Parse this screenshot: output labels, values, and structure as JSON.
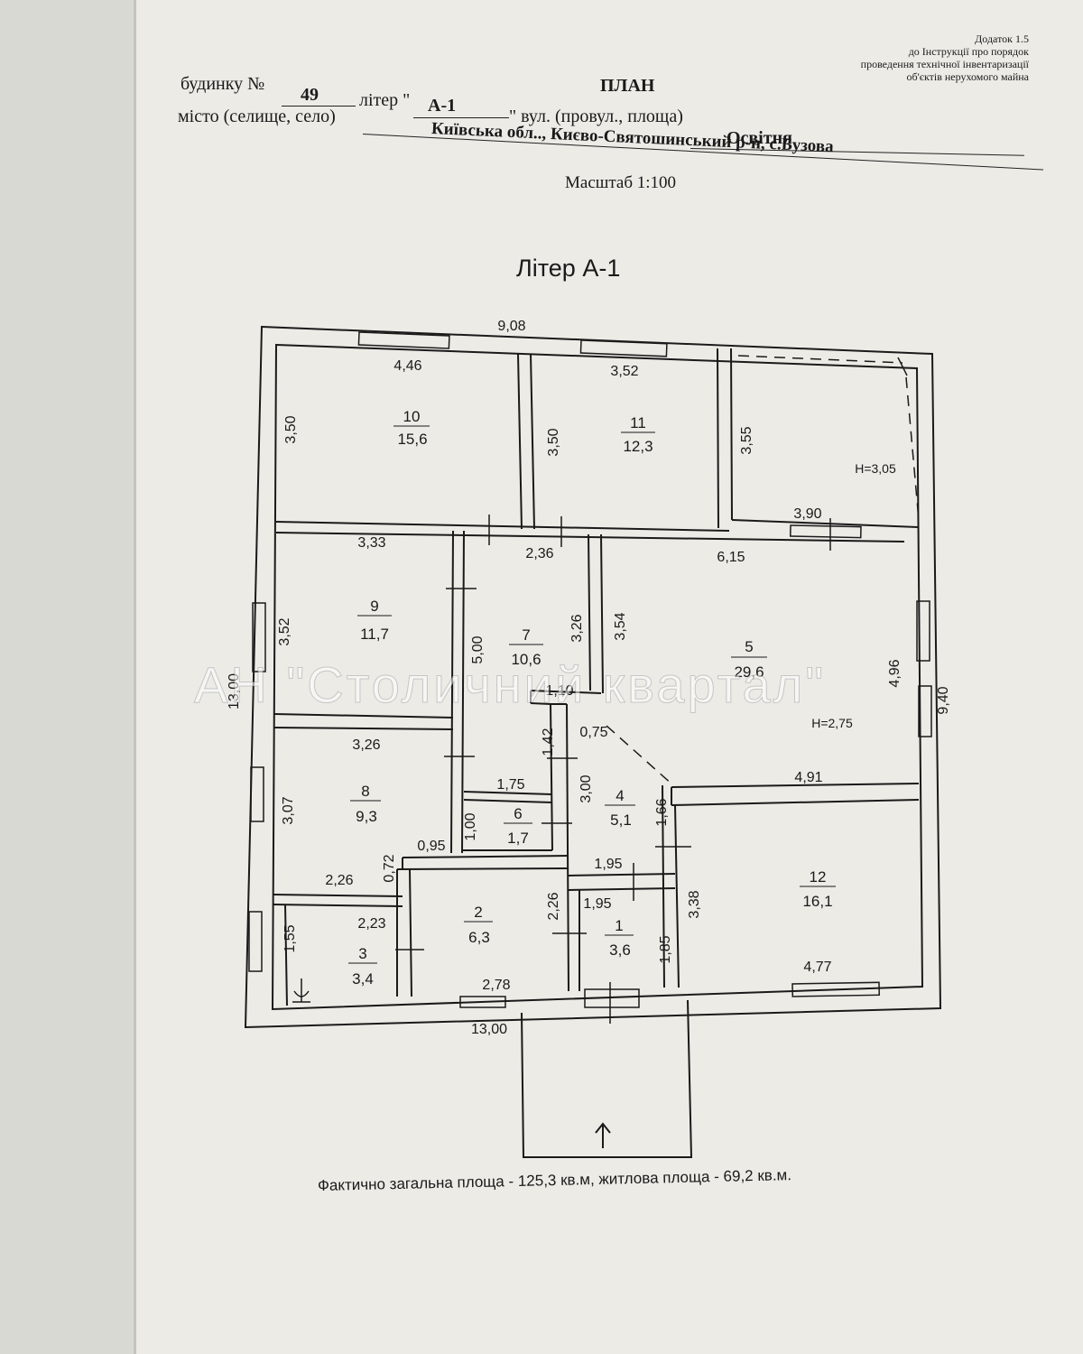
{
  "appendix": [
    "Додаток 1.5",
    "до Інструкції про порядок",
    "проведення технічної інвентаризації",
    "об'єктів нерухомого майна"
  ],
  "header": {
    "title": "ПЛАН",
    "house_label": "будинку №",
    "house_number": "49",
    "liter_label": "літер \"",
    "liter_value": "А-1",
    "street_label": "\" вул. (провул., площа)",
    "street_value": "Освітня",
    "city_label": "місто (селище, село)",
    "city_value": "Київська обл.., Києво-Святошинський р-н, с.Бузова",
    "scale": "Масштаб 1:100"
  },
  "plan": {
    "title": "Літер А-1",
    "rooms": [
      {
        "number": "1",
        "area": "3,6"
      },
      {
        "number": "2",
        "area": "6,3"
      },
      {
        "number": "3",
        "area": "3,4"
      },
      {
        "number": "4",
        "area": "5,1"
      },
      {
        "number": "5",
        "area": "29,6"
      },
      {
        "number": "6",
        "area": "1,7"
      },
      {
        "number": "7",
        "area": "10,6"
      },
      {
        "number": "8",
        "area": "9,3"
      },
      {
        "number": "9",
        "area": "11,7"
      },
      {
        "number": "10",
        "area": "15,6"
      },
      {
        "number": "11",
        "area": "12,3"
      },
      {
        "number": "12",
        "area": "16,1"
      }
    ],
    "dimensions": {
      "d_9_08": "9,08",
      "d_4_46": "4,46",
      "d_3_52_top": "3,52",
      "d_3_50_a": "3,50",
      "d_3_50_b": "3,50",
      "d_3_55": "3,55",
      "d_3_90": "3,90",
      "d_3_33": "3,33",
      "d_2_36": "2,36",
      "d_6_15": "6,15",
      "d_3_52_left": "3,52",
      "d_5_00": "5,00",
      "d_3_26_v": "3,26",
      "d_3_54": "3,54",
      "d_4_96": "4,96",
      "d_9_40": "9,40",
      "d_13_00_v": "13,00",
      "d_1_10": "1,10",
      "d_3_26_h": "3,26",
      "d_1_42": "1,42",
      "d_0_75": "0,75",
      "d_3_07": "3,07",
      "d_1_75": "1,75",
      "d_3_00": "3,00",
      "d_4_91": "4,91",
      "d_1_00": "1,00",
      "d_1_66": "1,66",
      "d_0_95": "0,95",
      "d_0_72": "0,72",
      "d_2_26_h": "2,26",
      "d_1_95_a": "1,95",
      "d_2_26_v": "2,26",
      "d_1_95_b": "1,95",
      "d_3_38": "3,38",
      "d_2_23": "2,23",
      "d_1_55": "1,55",
      "d_1_85": "1,85",
      "d_4_77": "4,77",
      "d_2_78": "2,78",
      "d_13_00_h": "13,00"
    },
    "heights": {
      "h_305": "H=3,05",
      "h_275": "H=2,75"
    }
  },
  "footer": "Фактично загальна площа - 125,3 кв.м, житлова площа - 69,2 кв.м.",
  "watermark": "АН \"Столичний квартал\""
}
